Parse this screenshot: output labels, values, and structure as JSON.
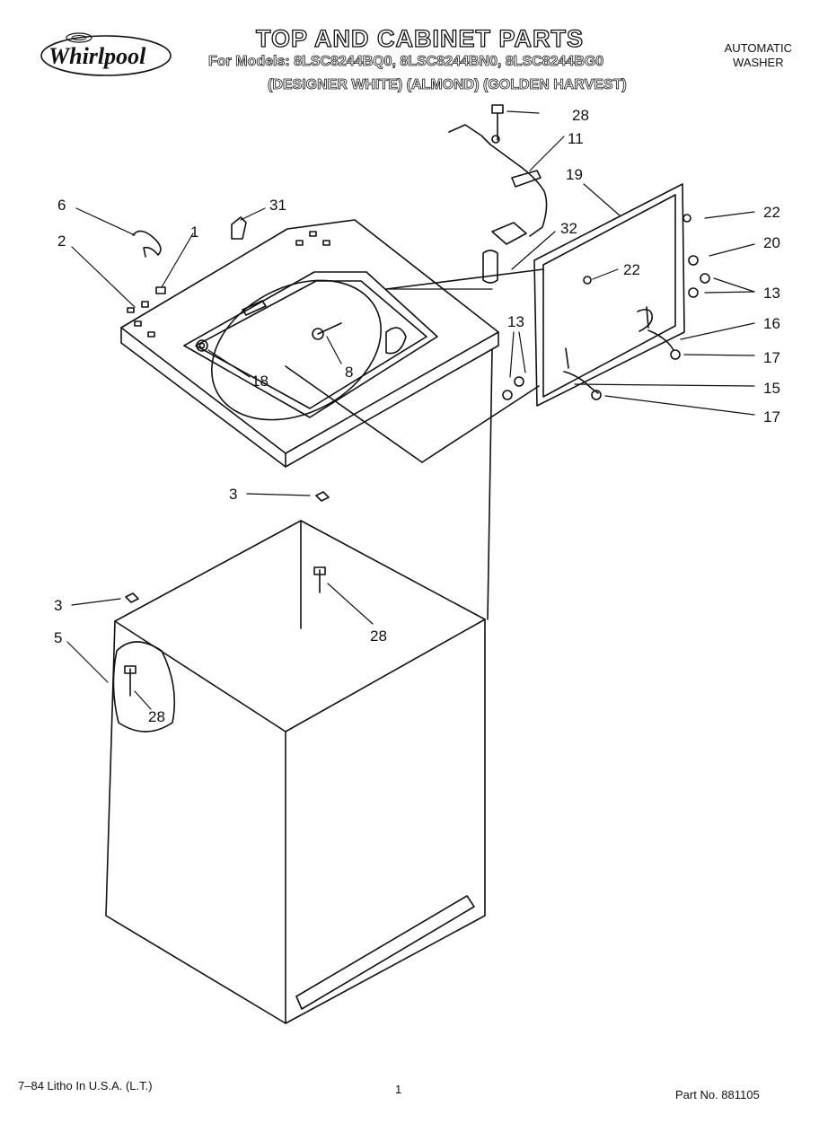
{
  "brand": "Whirlpool",
  "header": {
    "title": "TOP AND CABINET PARTS",
    "models_line": "For Models: 8LSC8244BQ0, 8LSC8244BN0, 8LSC8244BG0",
    "colors_line": "(DESIGNER WHITE) (ALMOND) (GOLDEN HARVEST)",
    "product_line1": "AUTOMATIC",
    "product_line2": "WASHER"
  },
  "callouts": {
    "c28a": "28",
    "c11": "11",
    "c19": "19",
    "c6": "6",
    "c31": "31",
    "c32": "32",
    "c22a": "22",
    "c2": "2",
    "c1": "1",
    "c20": "20",
    "c22b": "22",
    "c13a": "13",
    "c16": "16",
    "c13b": "13",
    "c8": "8",
    "c17a": "17",
    "c18": "18",
    "c15": "15",
    "c17b": "17",
    "c3a": "3",
    "c28b": "28",
    "c3b": "3",
    "c5": "5",
    "c28c": "28"
  },
  "footer": {
    "litho": "7–84 Litho In U.S.A. (L.T.)",
    "page": "1",
    "part_no": "Part No. 881105"
  }
}
